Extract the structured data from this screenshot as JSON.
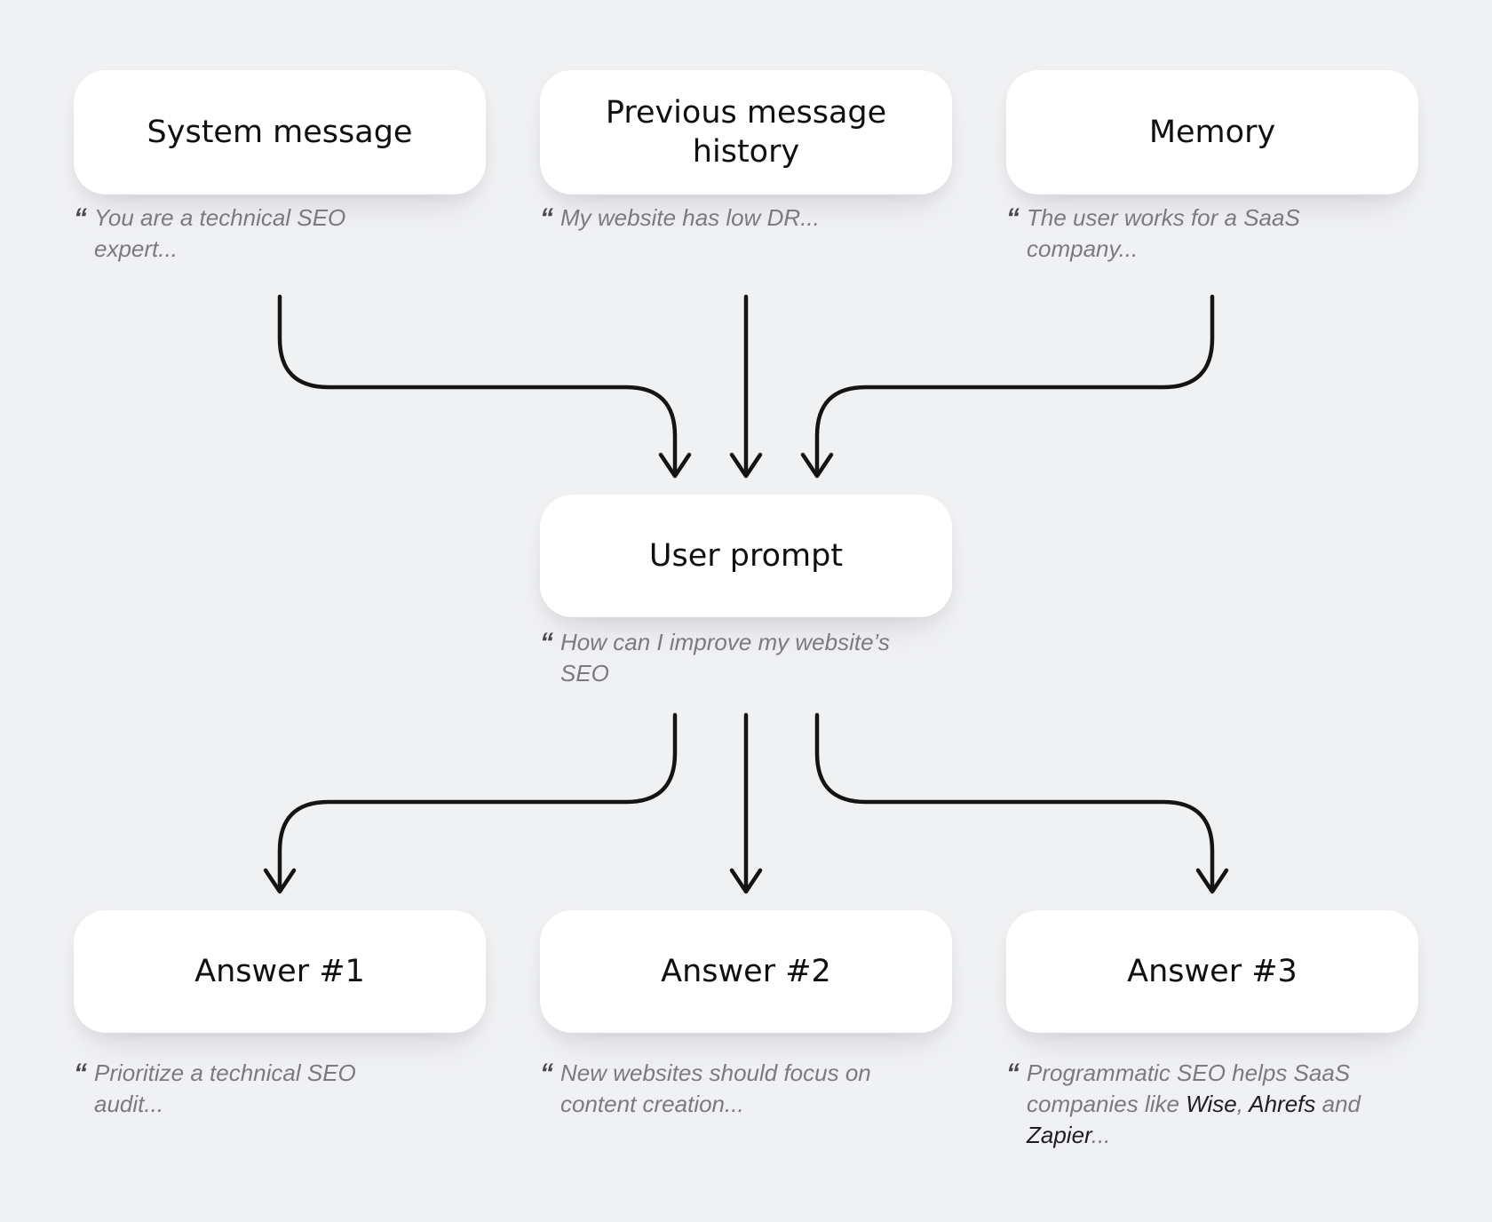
{
  "diagram": {
    "quote_mark": "“",
    "arrow_color": "#141414",
    "background": "#f0f1f3",
    "box_color": "#ffffff",
    "nodes": {
      "system": {
        "label": "System message",
        "quote": "You are a technical SEO expert..."
      },
      "history": {
        "label": "Previous message history",
        "quote": "My website has low DR..."
      },
      "memory": {
        "label": "Memory",
        "quote": "The user works for a SaaS company..."
      },
      "user_prompt": {
        "label": "User prompt",
        "quote": "How can I improve my website’s SEO"
      },
      "answer1": {
        "label": "Answer #1",
        "quote": "Prioritize a technical SEO audit..."
      },
      "answer2": {
        "label": "Answer #2",
        "quote": "New websites should focus on content creation..."
      },
      "answer3": {
        "label": "Answer #3",
        "quote_parts": [
          {
            "text": "Programmatic SEO helps SaaS companies like ",
            "em": false
          },
          {
            "text": "Wise",
            "em": true
          },
          {
            "text": ", ",
            "em": false
          },
          {
            "text": "Ahrefs",
            "em": true
          },
          {
            "text": " and ",
            "em": false
          },
          {
            "text": "Zapier",
            "em": true
          },
          {
            "text": "...",
            "em": false
          }
        ]
      }
    }
  }
}
